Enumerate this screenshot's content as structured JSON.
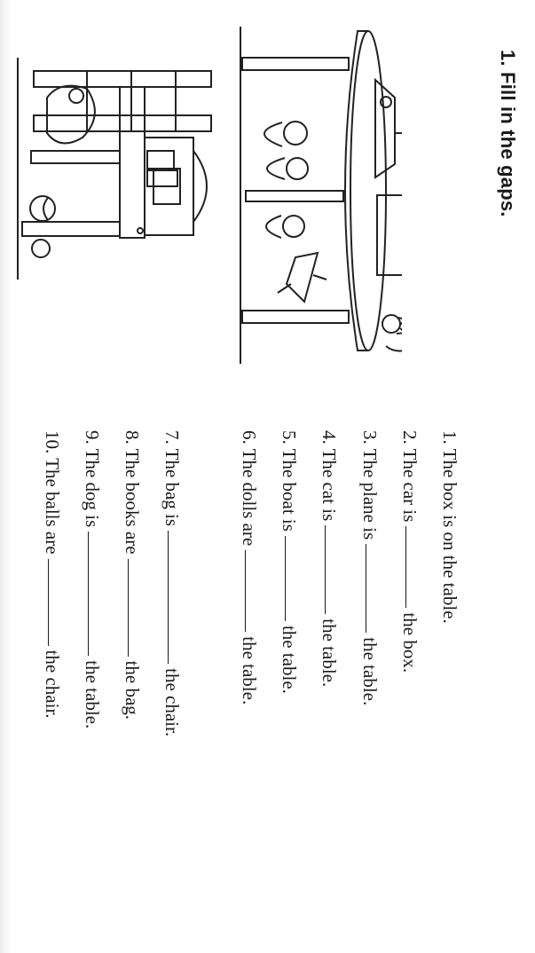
{
  "worksheet": {
    "heading": "1.  Fill in the gaps.",
    "sentences": [
      {
        "prefix": "1. The box is on the table.",
        "suffix": ""
      },
      {
        "prefix": "2. The car is",
        "suffix": "the box."
      },
      {
        "prefix": "3. The plane is",
        "suffix": "the table."
      },
      {
        "prefix": "4. The cat is",
        "suffix": "the table."
      },
      {
        "prefix": "5. The boat is",
        "suffix": "the table."
      },
      {
        "prefix": "6. The dolls are",
        "suffix": "the table."
      },
      {
        "prefix": "7. The bag is",
        "suffix": "the chair."
      },
      {
        "prefix": "8. The books are",
        "suffix": "the bag."
      },
      {
        "prefix": "9. The dog is",
        "suffix": "the table."
      },
      {
        "prefix": "10. The balls are",
        "suffix": "the chair."
      }
    ]
  },
  "illustrations": {
    "table_scene": "table-with-toys-drawing",
    "chair_scene": "chair-with-bag-drawing"
  }
}
